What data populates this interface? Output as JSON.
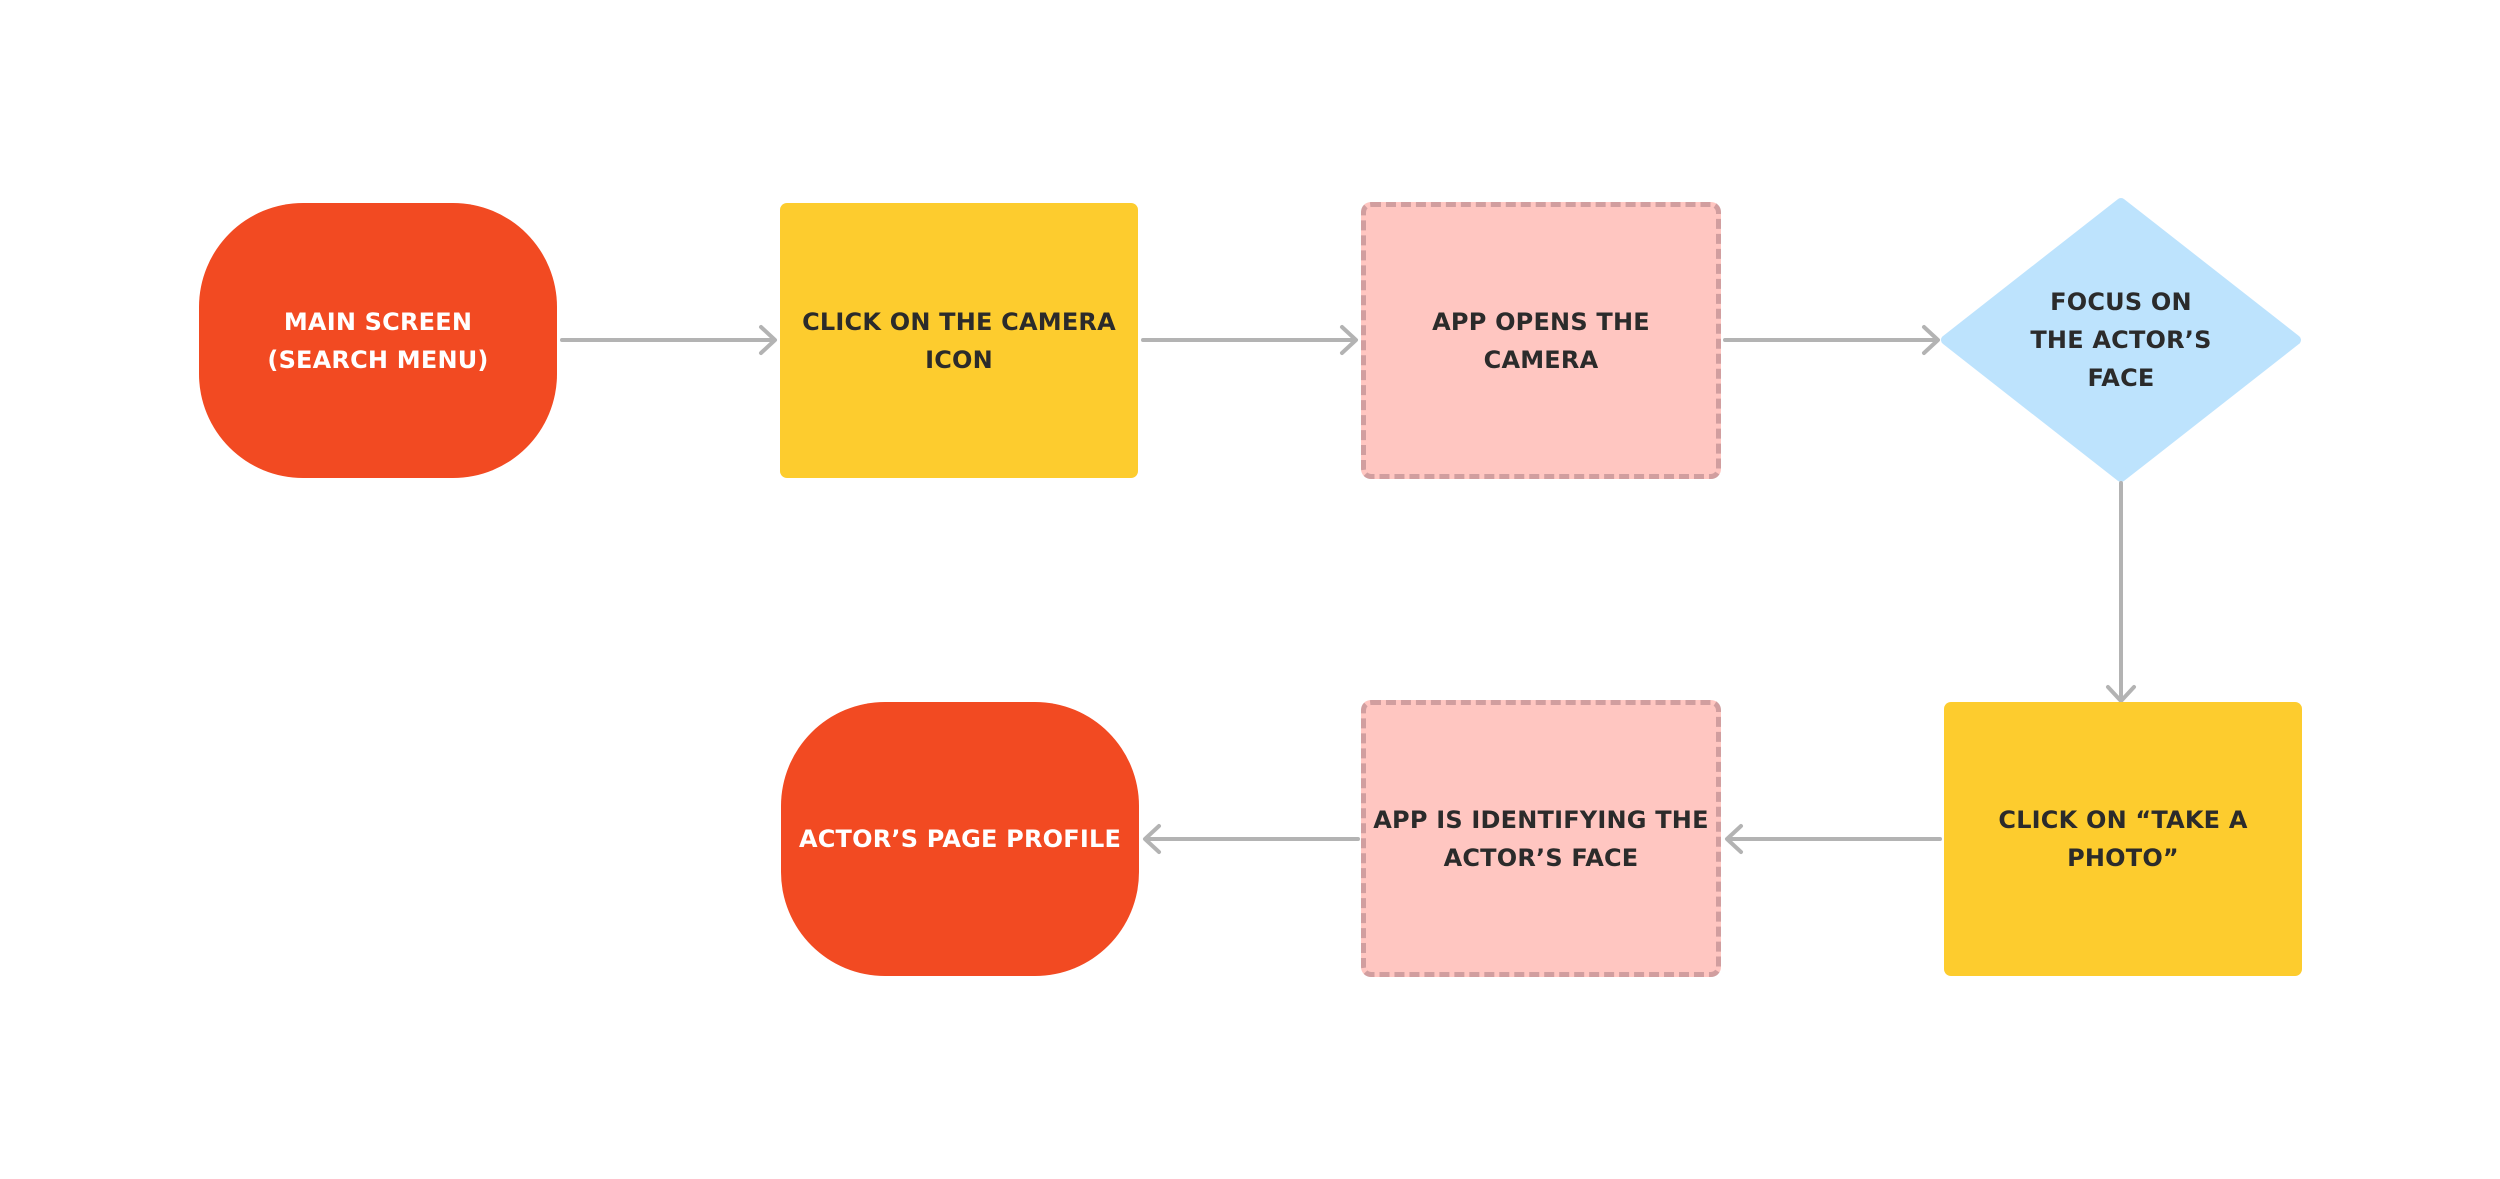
{
  "colors": {
    "terminal_fill": "#f24a22",
    "process_fill": "#fdcc2e",
    "subprocess_fill": "#ffc6c1",
    "subprocess_border": "#d19e9f",
    "decision_fill": "#bde3fd",
    "connector": "#b3b3b3",
    "dark_text": "#2b2b2b",
    "light_text": "#ffffff"
  },
  "nodes": {
    "main_screen": "MAIN SCREEN\n(SEARCH MENU)",
    "click_camera_icon": "CLICK ON THE CAMERA\nICON",
    "app_opens_camera": "APP OPENS THE\nCAMERA",
    "focus_actors_face": "FOCUS ON\nTHE ACTOR’S\nFACE",
    "click_take_photo": "CLICK ON “TAKE A\nPHOTO”",
    "app_identifying_face": "APP IS IDENTIFYING THE\nACTOR’S FACE",
    "actors_page_profile": "ACTOR’S PAGE PROFILE"
  }
}
